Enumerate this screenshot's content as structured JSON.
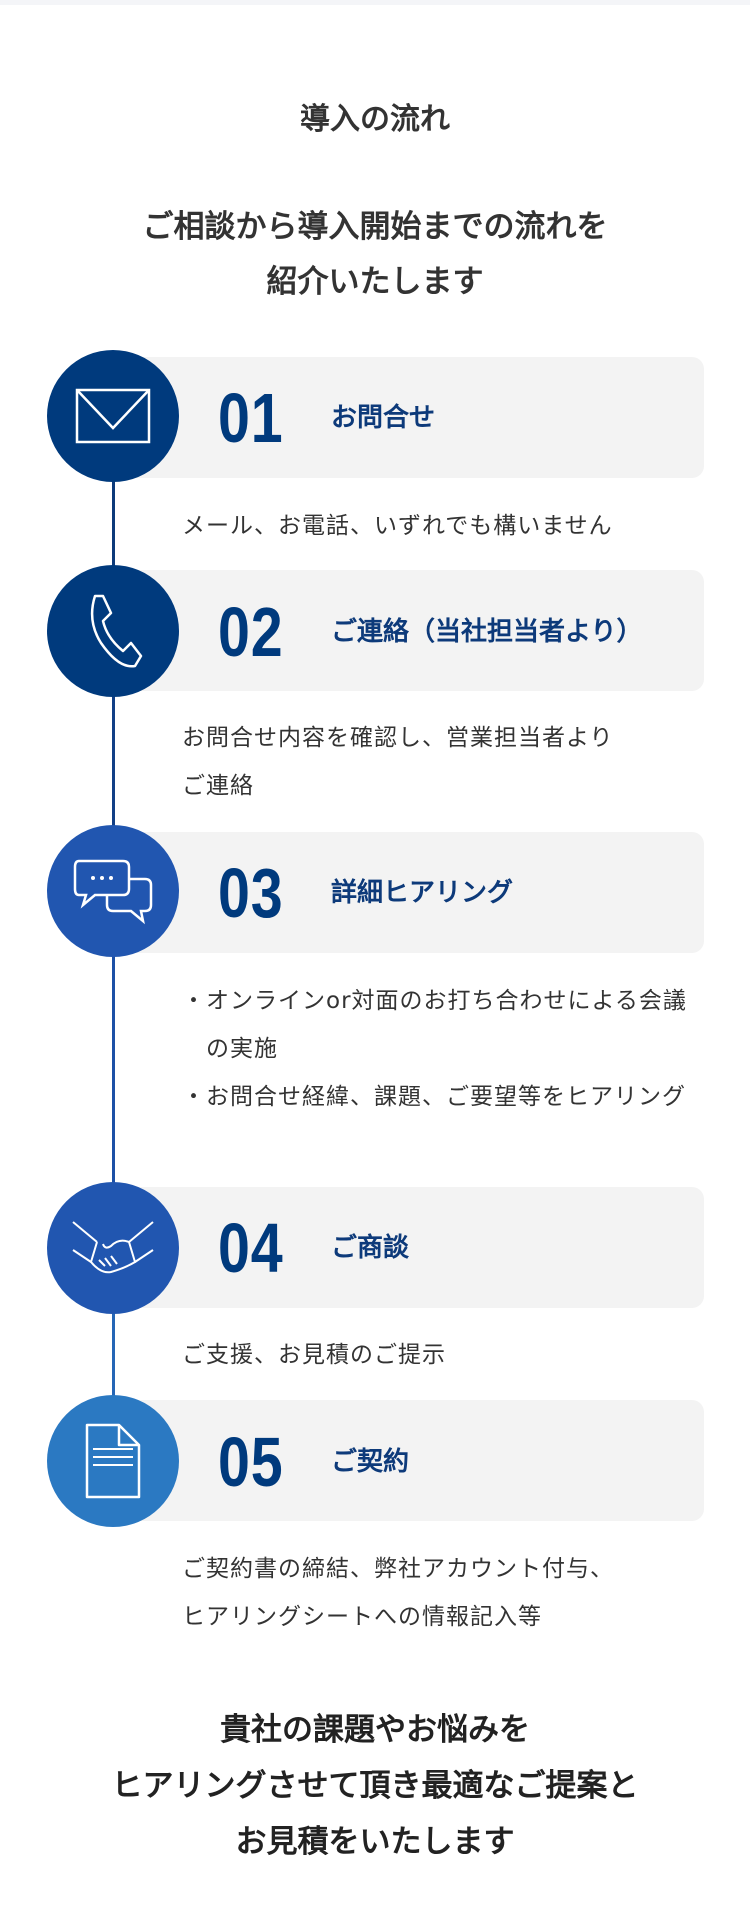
{
  "header": {
    "title": "導入の流れ",
    "subtitle_lines": [
      "ご相談から導入開始までの流れを",
      "紹介いたします"
    ]
  },
  "colors": {
    "dark": "#003a7d",
    "mid": "#2156b0",
    "light": "#2b79c2",
    "card": "#f3f3f3"
  },
  "steps": [
    {
      "number": "01",
      "label": "お問合せ",
      "icon": "envelope-icon",
      "desc": [
        "メール、お電話、いずれでも構いません"
      ]
    },
    {
      "number": "02",
      "label": "ご連絡（当社担当者より）",
      "icon": "phone-icon",
      "desc": [
        "お問合せ内容を確認し、営業担当者より",
        "ご連絡"
      ]
    },
    {
      "number": "03",
      "label": "詳細ヒアリング",
      "icon": "chat-bubbles-icon",
      "desc": [
        "・オンラインor対面のお打ち合わせによる会議の実施",
        "・お問合せ経緯、課題、ご要望等をヒアリング"
      ]
    },
    {
      "number": "04",
      "label": "ご商談",
      "icon": "handshake-icon",
      "desc": [
        "ご支援、お見積のご提示"
      ]
    },
    {
      "number": "05",
      "label": "ご契約",
      "icon": "document-icon",
      "desc": [
        "ご契約書の締結、弊社アカウント付与、",
        "ヒアリングシートへの情報記入等"
      ]
    }
  ],
  "closing": {
    "lines": [
      "貴社の課題やお悩みを",
      "ヒアリングさせて頂き最適なご提案と",
      "お見積をいたします"
    ]
  }
}
